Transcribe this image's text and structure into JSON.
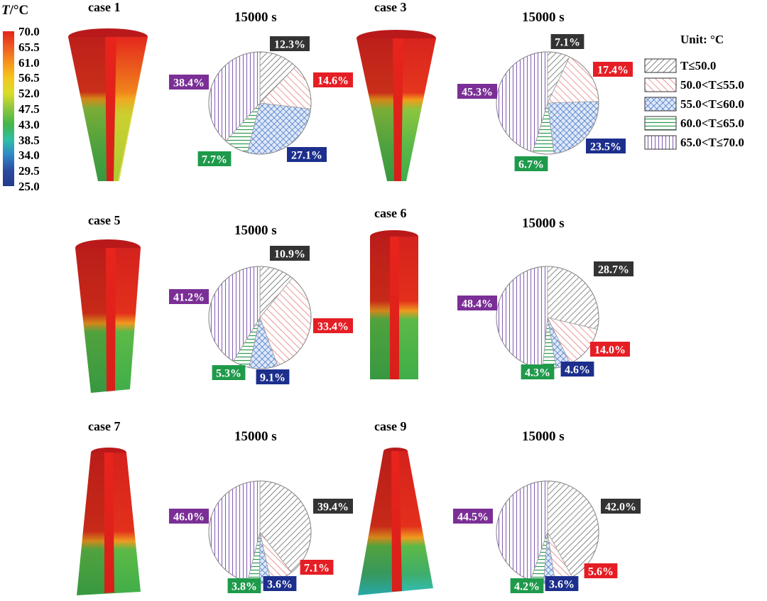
{
  "colorbar": {
    "title_symbol": "T",
    "title_unit": "/°C",
    "ticks": [
      "70.0",
      "65.5",
      "61.0",
      "56.5",
      "52.0",
      "47.5",
      "43.0",
      "38.5",
      "34.0",
      "29.5",
      "25.0"
    ],
    "colors": [
      "#e3241c",
      "#ef5a22",
      "#f7921d",
      "#f5c61b",
      "#d9dc29",
      "#8cc63f",
      "#43b54a",
      "#2ebfa6",
      "#2f86c7",
      "#2b4a9f",
      "#243a8a"
    ]
  },
  "legend": {
    "unit_label": "Unit: °C",
    "items": [
      {
        "label": "T≤50.0",
        "pattern": "diag-dark"
      },
      {
        "label": "50.0<T≤55.0",
        "pattern": "diag-red"
      },
      {
        "label": "55.0<T≤60.0",
        "pattern": "cross-blue"
      },
      {
        "label": "60.0<T≤65.0",
        "pattern": "horiz-green"
      },
      {
        "label": "65.0<T≤70.0",
        "pattern": "vert-purple"
      }
    ]
  },
  "label_colors": {
    "T≤50.0": "#333333",
    "50.0<T≤55.0": "#e51e25",
    "55.0<T≤60.0": "#1d2f8c",
    "60.0<T≤65.0": "#1f9a4b",
    "65.0<T≤70.0": "#7b2f96"
  },
  "chart_data": [
    {
      "type": "pie",
      "case": "case 1",
      "time": "15000 s",
      "categories": [
        "T≤50.0",
        "50.0<T≤55.0",
        "55.0<T≤60.0",
        "60.0<T≤65.0",
        "65.0<T≤70.0"
      ],
      "values": [
        12.3,
        14.6,
        27.1,
        7.7,
        38.4
      ],
      "labels": [
        "12.3%",
        "14.6%",
        "27.1%",
        "7.7%",
        "38.4%"
      ]
    },
    {
      "type": "pie",
      "case": "case 3",
      "time": "15000 s",
      "categories": [
        "T≤50.0",
        "50.0<T≤55.0",
        "55.0<T≤60.0",
        "60.0<T≤65.0",
        "65.0<T≤70.0"
      ],
      "values": [
        7.1,
        17.4,
        23.5,
        6.7,
        45.3
      ],
      "labels": [
        "7.1%",
        "17.4%",
        "23.5%",
        "6.7%",
        "45.3%"
      ]
    },
    {
      "type": "pie",
      "case": "case 5",
      "time": "15000 s",
      "categories": [
        "T≤50.0",
        "50.0<T≤55.0",
        "55.0<T≤60.0",
        "60.0<T≤65.0",
        "65.0<T≤70.0"
      ],
      "values": [
        10.9,
        33.4,
        9.1,
        5.3,
        41.2
      ],
      "labels": [
        "10.9%",
        "33.4%",
        "9.1%",
        "5.3%",
        "41.2%"
      ]
    },
    {
      "type": "pie",
      "case": "case 6",
      "time": "15000 s",
      "categories": [
        "T≤50.0",
        "50.0<T≤55.0",
        "55.0<T≤60.0",
        "60.0<T≤65.0",
        "65.0<T≤70.0"
      ],
      "values": [
        28.7,
        14.0,
        4.6,
        4.3,
        48.4
      ],
      "labels": [
        "28.7%",
        "14.0%",
        "4.6%",
        "4.3%",
        "48.4%"
      ]
    },
    {
      "type": "pie",
      "case": "case 7",
      "time": "15000 s",
      "categories": [
        "T≤50.0",
        "50.0<T≤55.0",
        "55.0<T≤60.0",
        "60.0<T≤65.0",
        "65.0<T≤70.0"
      ],
      "values": [
        39.4,
        7.1,
        3.6,
        3.8,
        46.0
      ],
      "labels": [
        "39.4%",
        "7.1%",
        "3.6%",
        "3.8%",
        "46.0%"
      ]
    },
    {
      "type": "pie",
      "case": "case 9",
      "time": "15000 s",
      "categories": [
        "T≤50.0",
        "50.0<T≤55.0",
        "55.0<T≤60.0",
        "60.0<T≤65.0",
        "65.0<T≤70.0"
      ],
      "values": [
        42.0,
        5.6,
        3.6,
        4.2,
        44.5
      ],
      "labels": [
        "42.0%",
        "5.6%",
        "3.6%",
        "4.2%",
        "44.5%"
      ]
    }
  ]
}
